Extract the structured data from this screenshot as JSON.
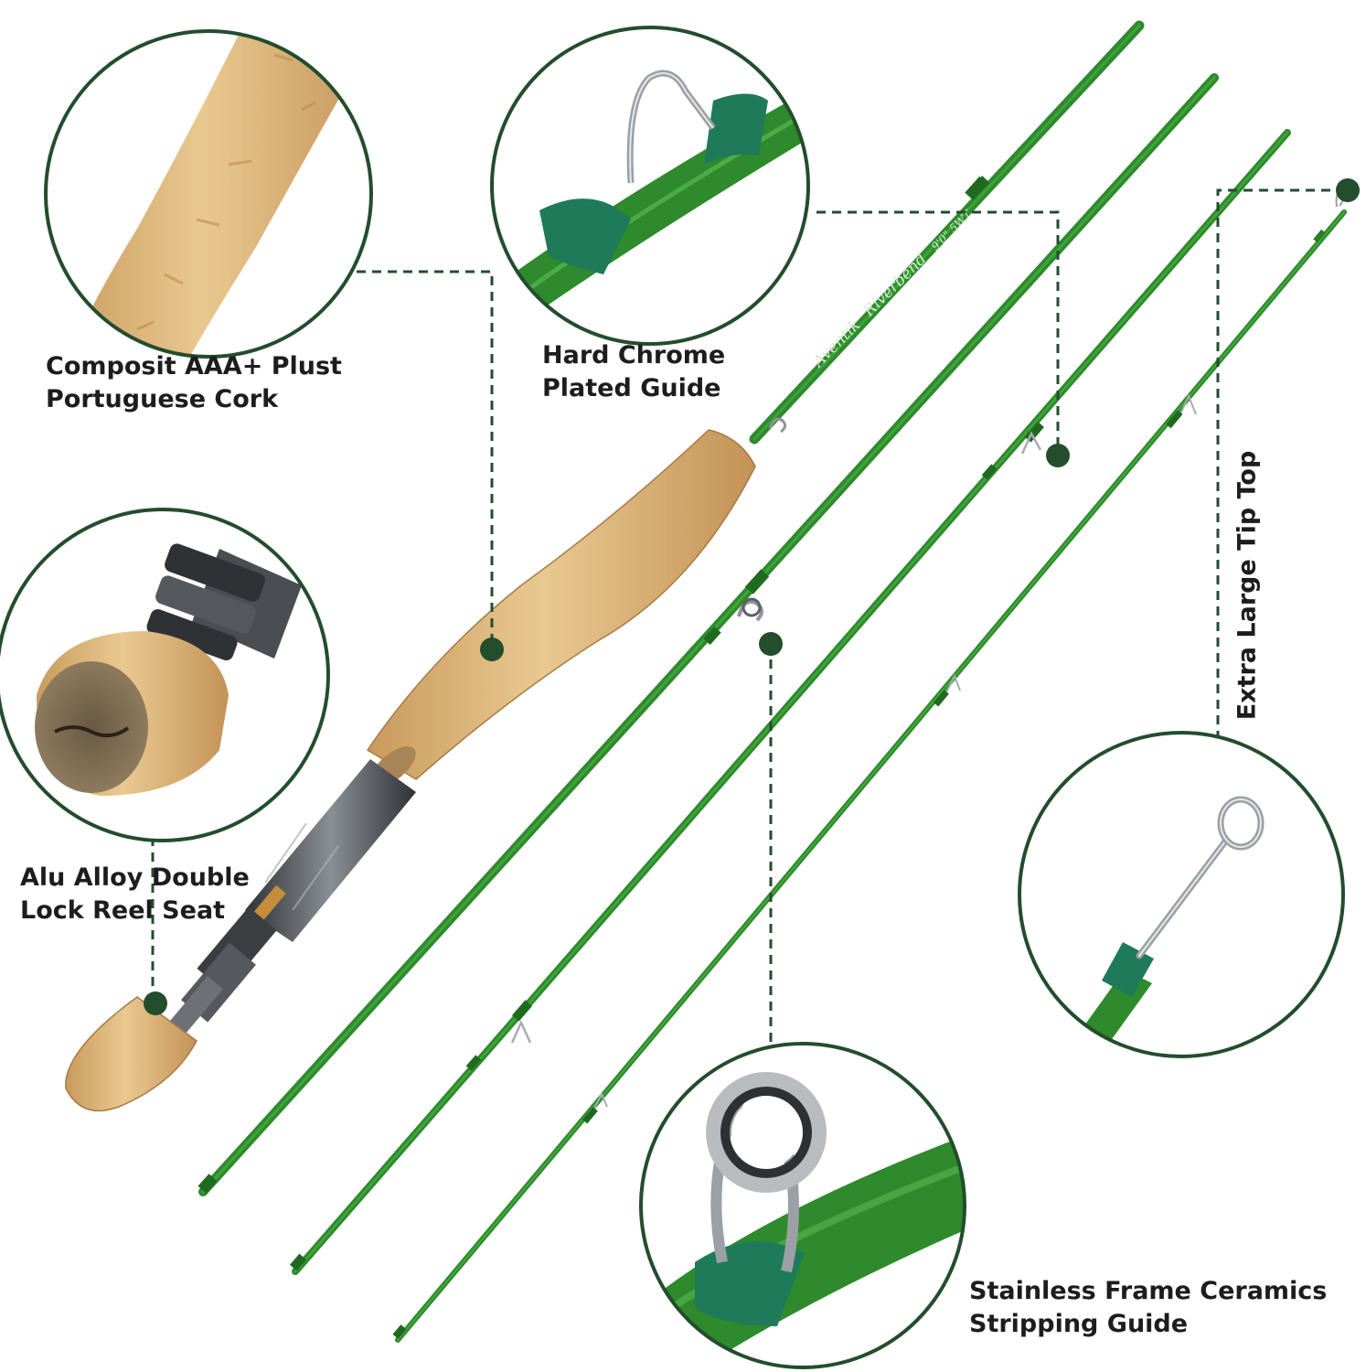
{
  "rod_marking": {
    "brand": "Aventik",
    "model": "Riverbend",
    "spec": "9'0\" 5WT"
  },
  "callouts": {
    "cork": {
      "line1": "Composit AAA+ Plust",
      "line2": "Portuguese Cork"
    },
    "guide": {
      "line1": "Hard Chrome",
      "line2": "Plated Guide"
    },
    "reel_seat": {
      "line1": "Alu Alloy Double",
      "line2": "Lock Reel Seat"
    },
    "tip_top": {
      "label": "Extra Large Tip Top"
    },
    "stripping_guide": {
      "line1": "Stainless Frame Ceramics",
      "line2": "Stripping Guide"
    }
  },
  "colors": {
    "rod_green": "#2e8a2c",
    "rod_green_dark": "#1f6a1f",
    "cork": "#dcb47a",
    "callout_dark_green": "#234d2c",
    "metal": "#5b5f63"
  }
}
